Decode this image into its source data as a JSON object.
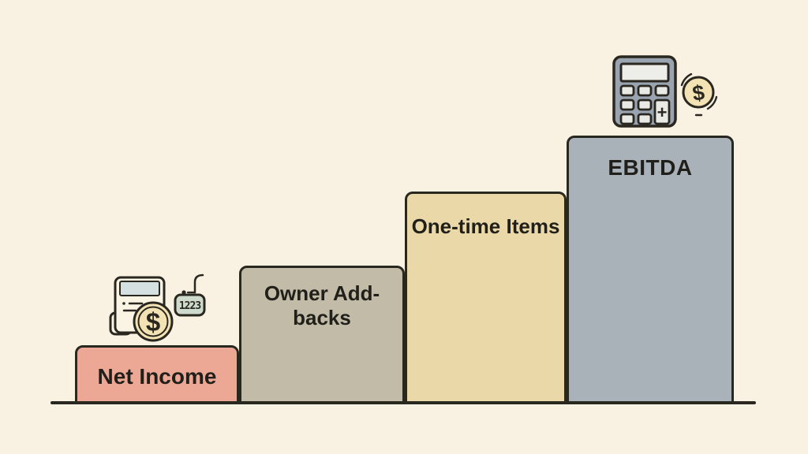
{
  "canvas": {
    "background": "#F9F2E2",
    "line_color": "#29271F",
    "text_color": "#201F1A"
  },
  "chart_data": {
    "type": "bar",
    "title": "",
    "xlabel": "",
    "ylabel": "",
    "categories": [
      "Net Income",
      "Owner Add-backs",
      "One-time Items",
      "EBITDA"
    ],
    "values_relative": [
      74,
      175,
      269,
      340
    ],
    "value_unit": "relative bar height (no numeric axis shown in image)",
    "bar_colors": [
      "#EDA795",
      "#C2BBA8",
      "#EBD8A8",
      "#A9B2B9"
    ],
    "legend": "none",
    "grid": false,
    "layout": "ascending staircase of adjacent rounded-top bars on one baseline, labels inside near top of each bar"
  },
  "icons": {
    "currency_symbol": "$",
    "calculator_plus_key": "+",
    "display_digits": "1223",
    "colors": {
      "calculator_body": "#9AA4B0",
      "calculator_screen": "#EDEDEA",
      "calculator_keys": "#E9E9E6",
      "coin_fill": "#F2E2B4",
      "receipt_fill": "#FAF4E5",
      "receipt_screen": "#D5E0E0",
      "display_fill": "#CEDACB"
    }
  }
}
